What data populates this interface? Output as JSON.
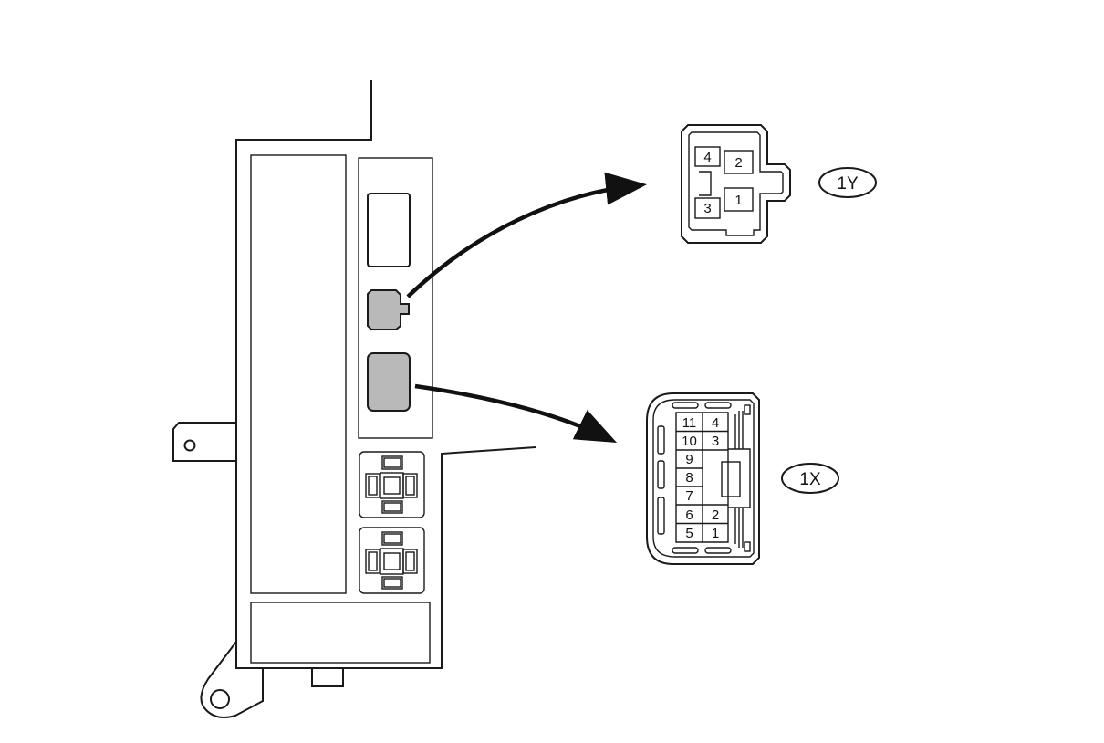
{
  "connectors": {
    "1y": {
      "label": "1Y",
      "pins": [
        "4",
        "2",
        "3",
        "1"
      ]
    },
    "1x": {
      "label": "1X",
      "pins": [
        "11",
        "4",
        "10",
        "3",
        "9",
        "8",
        "7",
        "6",
        "2",
        "5",
        "1"
      ]
    }
  }
}
